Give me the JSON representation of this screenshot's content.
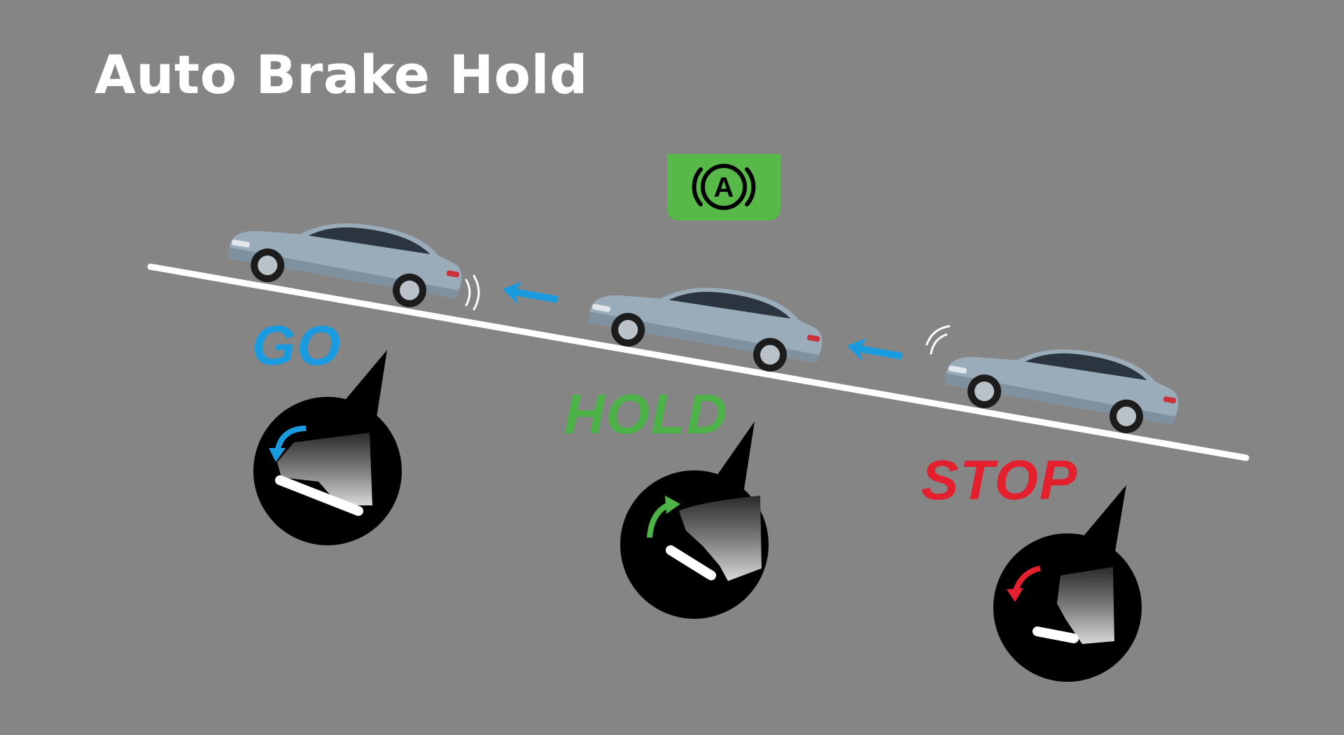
{
  "title": "Auto Brake Hold",
  "indicator": {
    "letter": "A",
    "color": "#57b947",
    "icon": "auto-brake-hold-icon"
  },
  "phases": [
    {
      "label": "GO",
      "color": "#1a9be0",
      "pedal_action": "foot-off-brake"
    },
    {
      "label": "HOLD",
      "color": "#4db348",
      "pedal_action": "foot-lifted"
    },
    {
      "label": "STOP",
      "color": "#e5202e",
      "pedal_action": "foot-pressing-brake"
    }
  ],
  "colors": {
    "background": "#858585",
    "road": "#ffffff",
    "car_body": "#9aabb9",
    "arrow": "#1a9be0"
  }
}
